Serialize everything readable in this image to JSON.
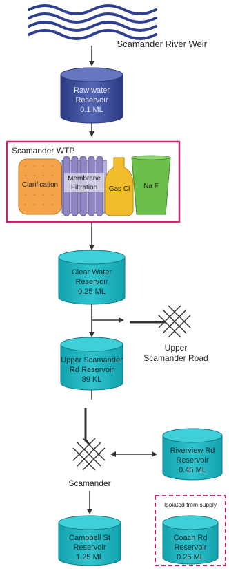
{
  "source": {
    "label": "Scamander River Weir"
  },
  "raw_reservoir": {
    "line1": "Raw water",
    "line2": "Reservoir",
    "capacity": "0.1 ML"
  },
  "wtp": {
    "title": "Scamander WTP",
    "stages": {
      "clarification": "Clarification",
      "membrane_line1": "Membrane",
      "membrane_line2": "Filtration",
      "gas_cl": "Gas Cl",
      "na_f": "Na F"
    }
  },
  "clear_water": {
    "line1": "Clear Water",
    "line2": "Reservoir",
    "capacity": "0.25 ML"
  },
  "upper_road": {
    "line1": "Upper",
    "line2": "Scamander Road"
  },
  "upper_reservoir": {
    "line1": "Upper Scamander",
    "line2": "Rd Reservoir",
    "capacity": "89 KL"
  },
  "scamander_zone": {
    "label": "Scamander"
  },
  "riverview": {
    "line1": "Riverview Rd",
    "line2": "Reservoir",
    "capacity": "0.45 ML"
  },
  "campbell": {
    "line1": "Campbell St",
    "line2": "Reservoir",
    "capacity": "1.25 ML"
  },
  "isolated": {
    "label": "Isolated from supply"
  },
  "coach": {
    "line1": "Coach Rd",
    "line2": "Reservoir",
    "capacity": "0.25 ML"
  },
  "colors": {
    "water_wave": "#2e3f8f",
    "raw_reservoir": "#3b4b9a",
    "treated_reservoir": "#1fb3bf",
    "wtp_border": "#c8246e",
    "clarification": "#f5a34a",
    "membrane": "#8f86c4",
    "gas_cl": "#f2bd2c",
    "na_f": "#6bbf4a",
    "isolated_border": "#c8246e"
  }
}
